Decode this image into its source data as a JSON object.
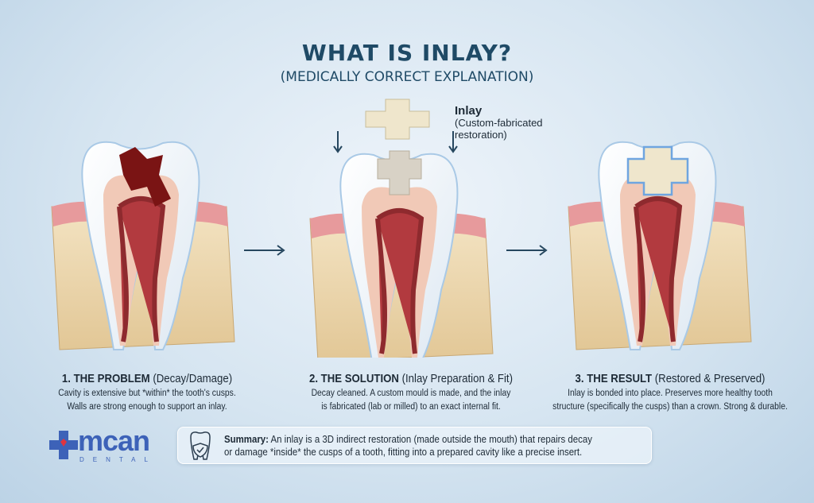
{
  "header": {
    "title": "WHAT IS INLAY?",
    "subtitle": "(MEDICALLY CORRECT EXPLANATION)"
  },
  "inlay_label": {
    "title": "Inlay",
    "line1": "(Custom-fabricated",
    "line2": "restoration)"
  },
  "steps": [
    {
      "title": "1. THE PROBLEM",
      "sub": "(Decay/Damage)",
      "line1": "Cavity is extensive but *within* the tooth's cusps.",
      "line2": "Walls are strong enough to support an inlay."
    },
    {
      "title": "2. THE SOLUTION",
      "sub": "(Inlay Preparation & Fit)",
      "line1": "Decay cleaned. A custom mould is made, and the inlay",
      "line2": "is fabricated (lab or milled) to an exact internal fit."
    },
    {
      "title": "3. THE RESULT",
      "sub": "(Restored & Preserved)",
      "line1": "Inlay is bonded into place. Preserves more healthy tooth",
      "line2": "structure (specifically the cusps) than a crown. Strong & durable."
    }
  ],
  "logo": {
    "word": "mcan",
    "sub": "DENTAL"
  },
  "summary": {
    "label": "Summary:",
    "line1": "An inlay is a 3D indirect restoration (made outside the mouth) that repairs decay",
    "line2": "or damage *inside* the cusps of a tooth, fitting into a prepared cavity like a precise insert."
  },
  "colors": {
    "title": "#1f4a66",
    "brand": "#3d62b8",
    "decay": "#7a1414",
    "inlay": "#efe6cc"
  }
}
